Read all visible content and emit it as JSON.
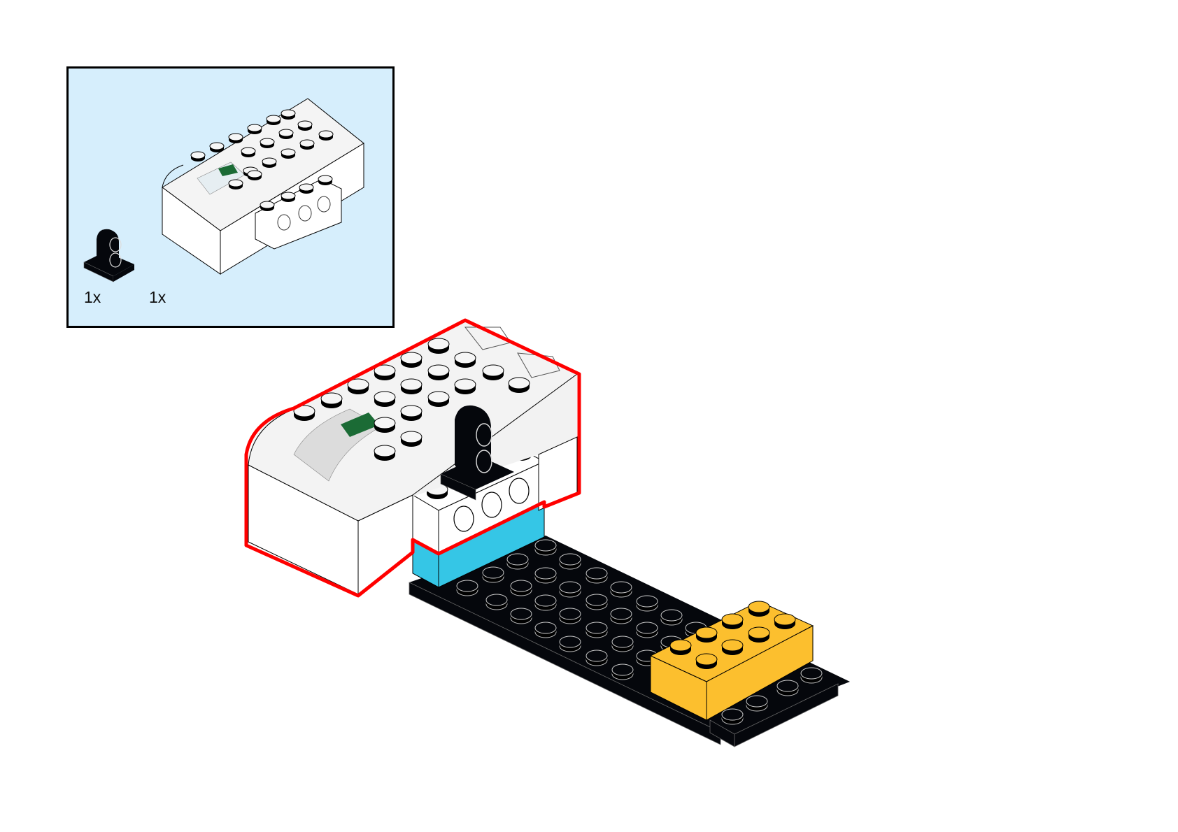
{
  "page": {
    "type": "building-instruction-step",
    "colors": {
      "panel_background": "#d6eefc",
      "panel_border": "#000000",
      "highlight_outline": "#ff0000",
      "hub_white": "#f2f2f2",
      "hub_window": "#dcdcdc",
      "hub_led": "#1b6b35",
      "azure": "#35c6e6",
      "black": "#05070c",
      "bright_orange": "#fcbf2e"
    }
  },
  "parts_list": {
    "items": [
      {
        "name": "black-pin-connector-block",
        "icon": "pin-connector-icon",
        "quantity": "1x"
      },
      {
        "name": "smarthub-white",
        "icon": "smarthub-icon",
        "quantity": "1x"
      }
    ]
  },
  "model": {
    "parts": [
      "smarthub-white",
      "pin-connector-black",
      "technic-brick-1x4-white",
      "brick-azure",
      "plate-black-long",
      "brick-2x4-orange",
      "plate-black-end"
    ]
  }
}
